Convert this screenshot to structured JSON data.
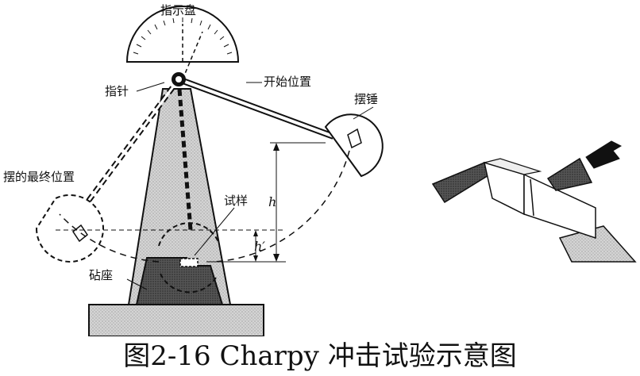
{
  "labels": {
    "dial": "指示盘",
    "pointer": "指针",
    "start_position": "开始位置",
    "hammer": "摆锤",
    "final_position": "摆的最终位置",
    "specimen": "试样",
    "anvil": "砧座",
    "h": "h",
    "h_prime": "h′"
  },
  "caption": "图2-16 Charpy 冲击试验示意图",
  "colors": {
    "line": "#111111",
    "shade": "#c8c8c8",
    "dark": "#444444"
  }
}
